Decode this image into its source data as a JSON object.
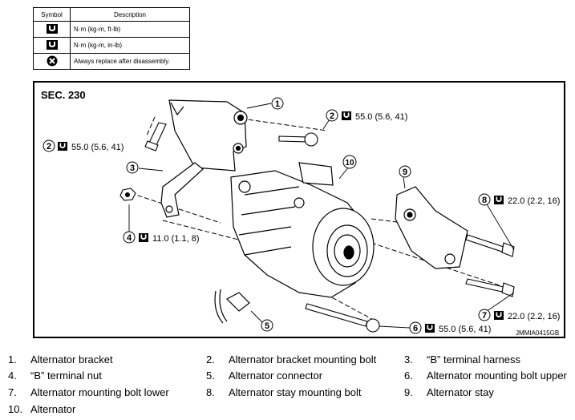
{
  "legend": {
    "header_symbol": "Symbol",
    "header_description": "Description",
    "rows": [
      {
        "icon": "torque-wrench-icon",
        "description": "N·m (kg-m, ft-lb)"
      },
      {
        "icon": "torque-wrench-small-icon",
        "description": "N·m (kg-m, in-lb)"
      },
      {
        "icon": "replace-icon",
        "description": "Always replace after disassembly."
      }
    ]
  },
  "diagram": {
    "section": "SEC. 230",
    "code": "JMMIA0415GB",
    "callouts": [
      {
        "n": "1"
      },
      {
        "n": "2",
        "torque": "55.0 (5.6, 41)"
      },
      {
        "n": "2",
        "torque": "55.0 (5.6, 41)"
      },
      {
        "n": "3"
      },
      {
        "n": "4",
        "torque": "11.0 (1.1, 8)"
      },
      {
        "n": "5"
      },
      {
        "n": "6",
        "torque": "55.0 (5.6, 41)"
      },
      {
        "n": "7",
        "torque": "22.0 (2.2, 16)"
      },
      {
        "n": "8",
        "torque": "22.0 (2.2, 16)"
      },
      {
        "n": "9"
      },
      {
        "n": "10"
      }
    ]
  },
  "parts": [
    {
      "num": "1.",
      "label": "Alternator bracket"
    },
    {
      "num": "2.",
      "label": "Alternator bracket mounting bolt"
    },
    {
      "num": "3.",
      "label": "“B” terminal harness"
    },
    {
      "num": "4.",
      "label": "“B” terminal nut"
    },
    {
      "num": "5.",
      "label": "Alternator connector"
    },
    {
      "num": "6.",
      "label": "Alternator mounting bolt upper"
    },
    {
      "num": "7.",
      "label": "Alternator mounting bolt lower"
    },
    {
      "num": "8.",
      "label": "Alternator stay mounting bolt"
    },
    {
      "num": "9.",
      "label": "Alternator stay"
    },
    {
      "num": "10.",
      "label": "Alternator"
    }
  ]
}
